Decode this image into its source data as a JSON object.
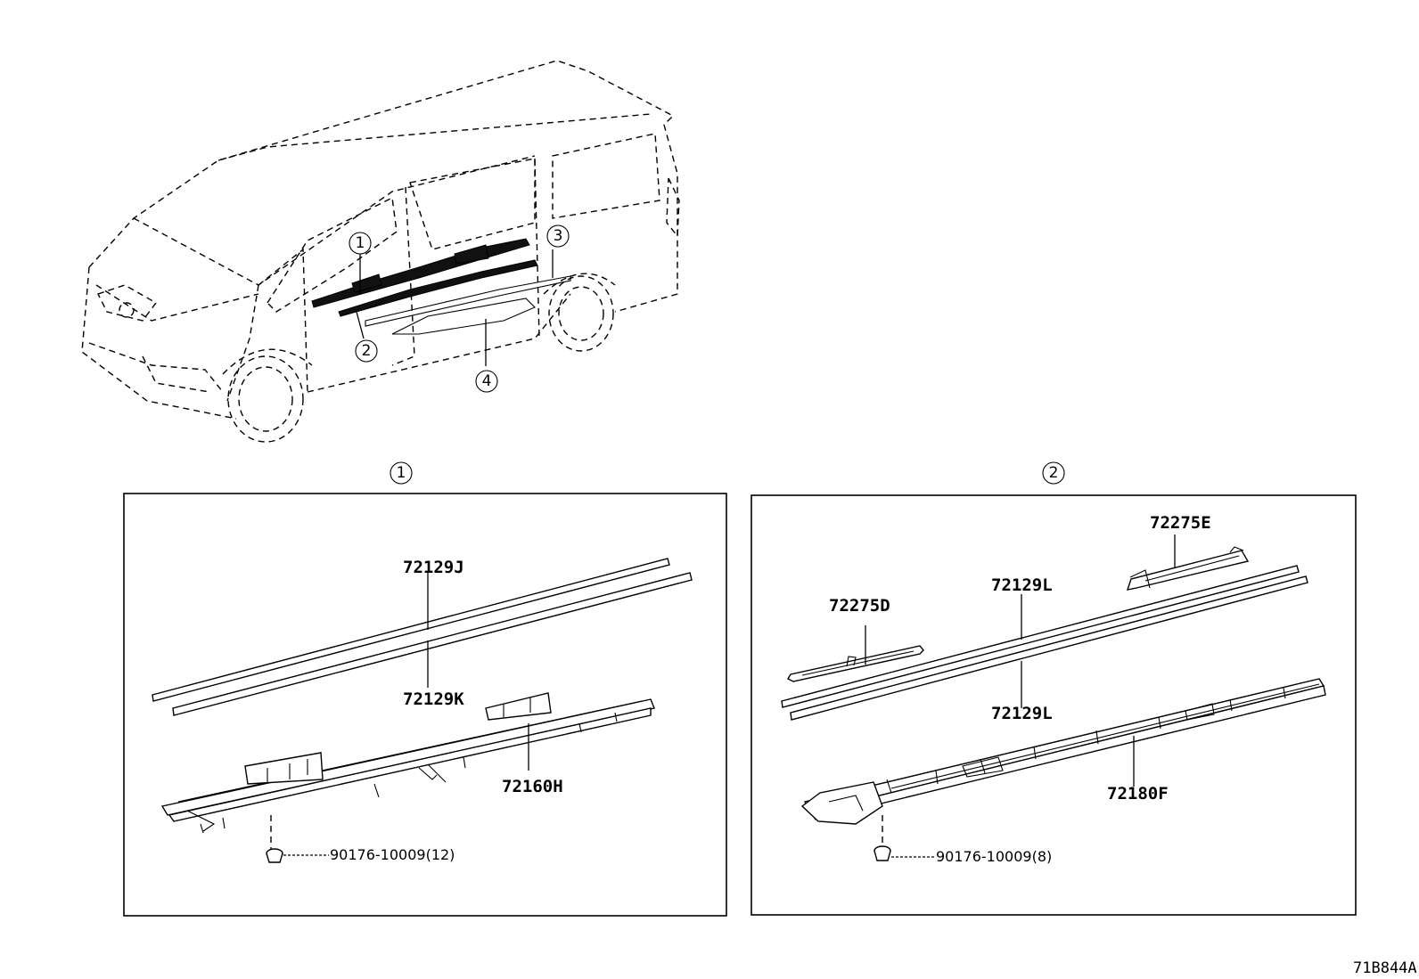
{
  "callouts": {
    "c1": "1",
    "c2": "2",
    "c3": "3",
    "c4": "4"
  },
  "panel1": {
    "header": "1",
    "parts": {
      "molding_top": "72129J",
      "molding_bottom": "72129K",
      "step": "72160H",
      "clip": "90176-10009(12)"
    }
  },
  "panel2": {
    "header": "2",
    "parts": {
      "bracket_left": "72275D",
      "bracket_right": "72275E",
      "molding_top": "72129L",
      "molding_bottom": "72129L",
      "step": "72180F",
      "clip": "90176-10009(8)"
    }
  },
  "diagram_code": "71B844A"
}
